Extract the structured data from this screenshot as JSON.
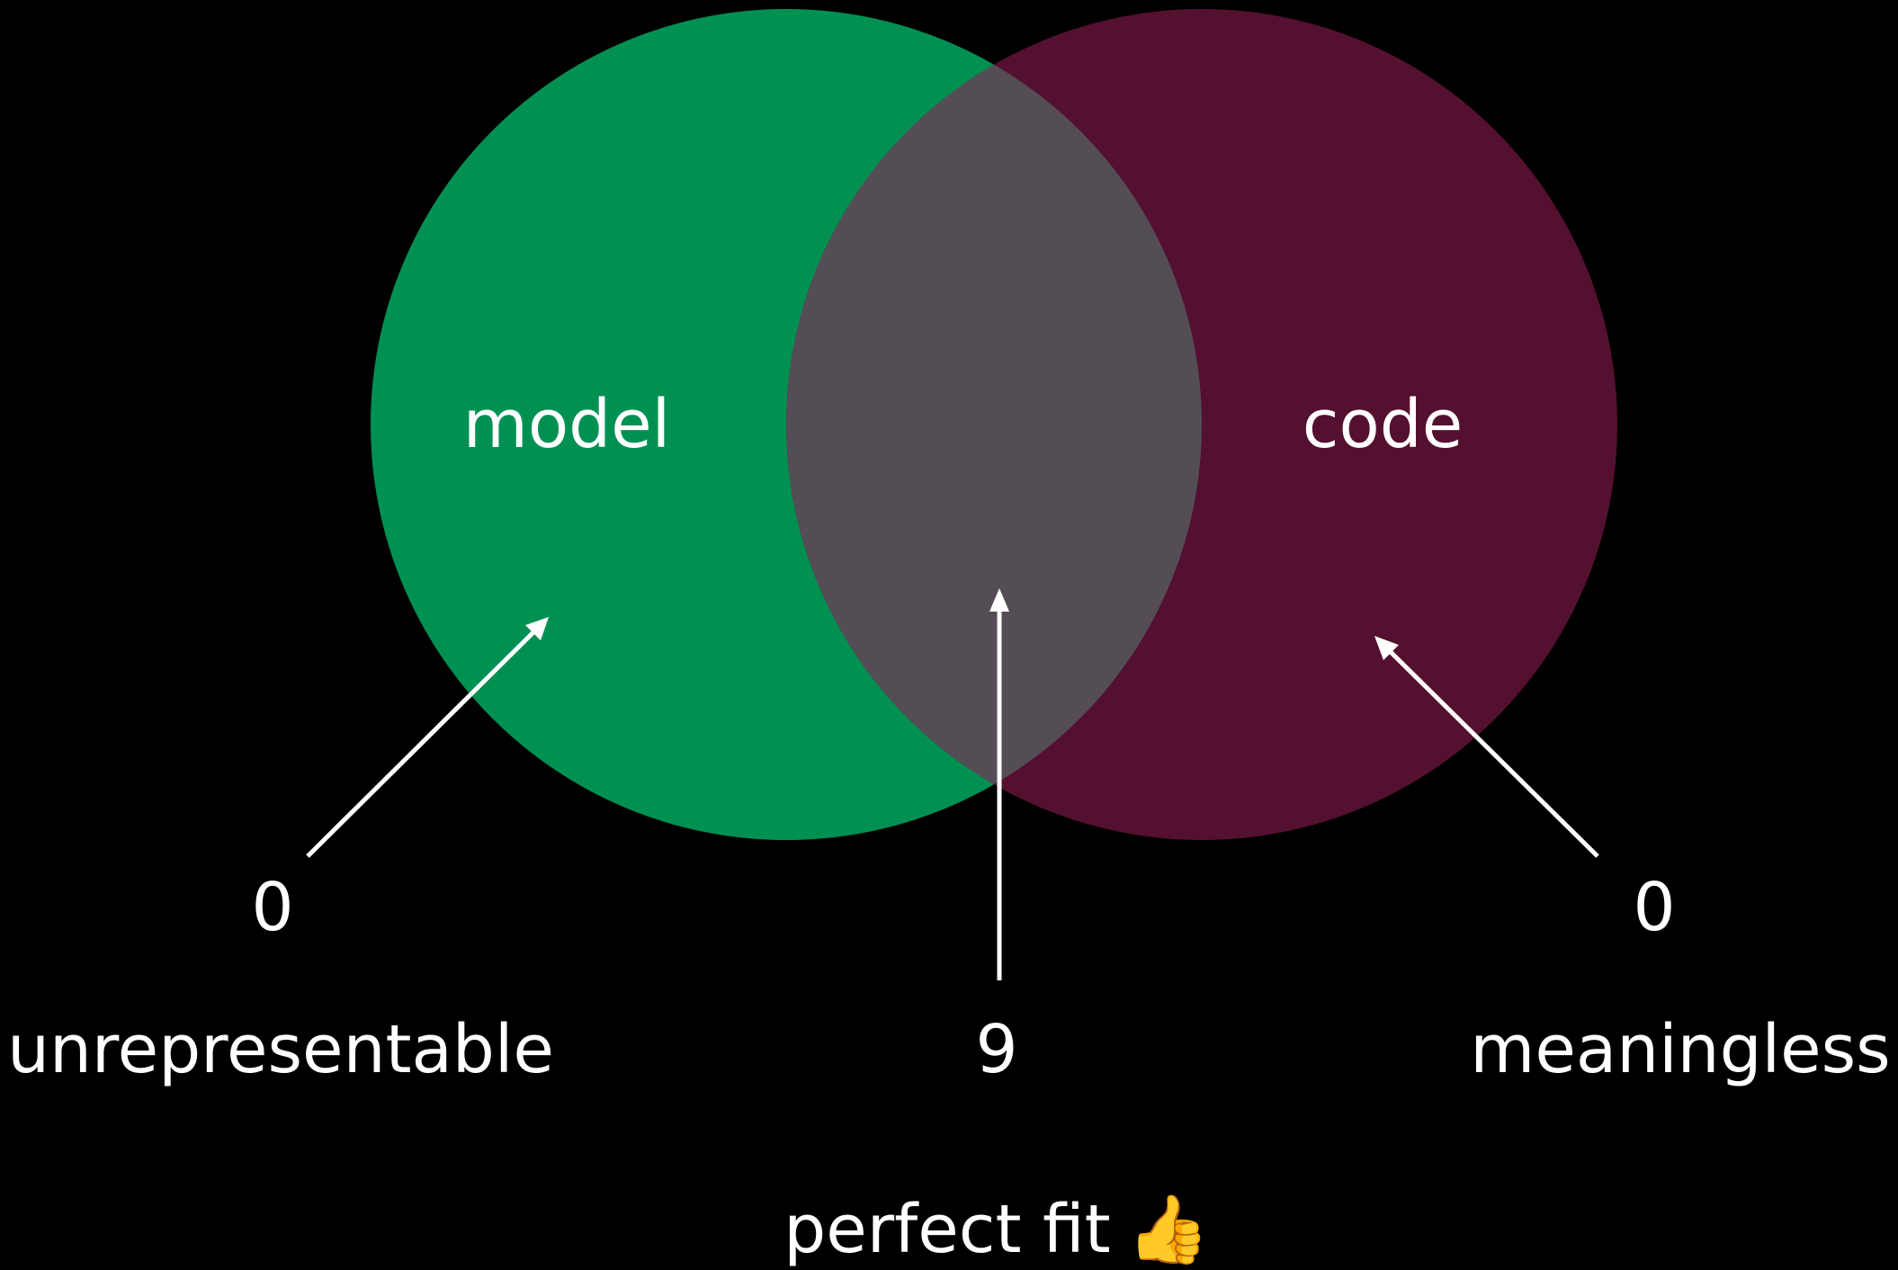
{
  "colors": {
    "background": "#000000",
    "model_circle": "#009152",
    "code_circle": "#54102F",
    "overlap": "#554D55",
    "text": "#FFFFFF",
    "arrow": "#FFFFFF"
  },
  "diagram": {
    "sets": [
      {
        "key": "model",
        "label": "model"
      },
      {
        "key": "code",
        "label": "code"
      }
    ],
    "regions": [
      {
        "key": "model_only",
        "count": "0",
        "caption": "unrepresentable"
      },
      {
        "key": "overlap",
        "count": "9",
        "caption": "perfect fit",
        "icon": "thumbs-up-icon",
        "emoji": "👍"
      },
      {
        "key": "code_only",
        "count": "0",
        "caption": "meaningless"
      }
    ]
  }
}
